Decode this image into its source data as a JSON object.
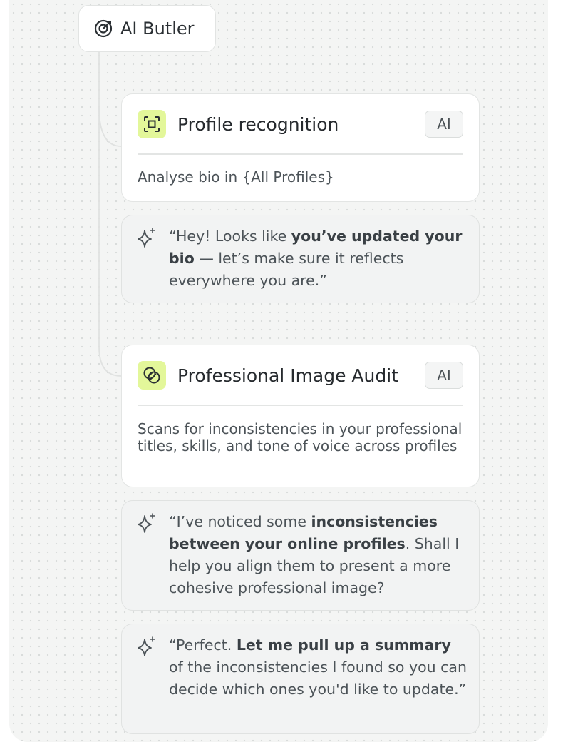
{
  "root": {
    "label": "AI Butler",
    "icon": "target-icon"
  },
  "cards": [
    {
      "title": "Profile recognition",
      "badge": "AI",
      "icon": "scan-icon",
      "description": "Analyse bio in {All Profiles}"
    },
    {
      "title": "Professional Image Audit",
      "badge": "AI",
      "icon": "overlapping-circles-icon",
      "description": "Scans for inconsistencies in your professional titles, skills, and tone of voice across profiles"
    }
  ],
  "messages": [
    {
      "icon": "sparkle-icon",
      "pre": "“Hey! Looks like ",
      "bold": "you’ve updated your bio",
      "post": " — let’s make sure it reflects everywhere you are.”"
    },
    {
      "icon": "sparkle-icon",
      "pre": "“I’ve noticed some ",
      "bold": "inconsistencies between your online profiles",
      "post": ". Shall I help you align them to present a more cohesive professional image?"
    },
    {
      "icon": "sparkle-icon",
      "pre": "“Perfect. ",
      "bold": "Let me pull up a summary",
      "post": " of the inconsistencies I found so you can decide which ones you'd like to update.”"
    }
  ],
  "colors": {
    "accent": "#e3f79a",
    "canvas": "#f4f5f4",
    "card_border": "#e3e5e4",
    "message_bg": "#f2f3f3"
  }
}
